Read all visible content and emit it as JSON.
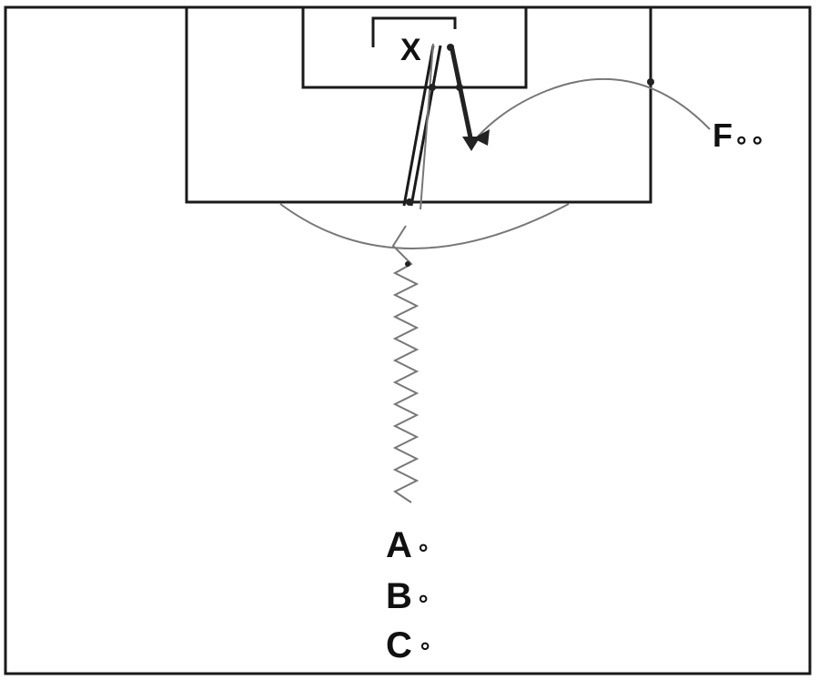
{
  "diagram": {
    "goalkeeper_label": "X",
    "players": [
      {
        "id": "player-a",
        "label": "A",
        "marker": "∘"
      },
      {
        "id": "player-b",
        "label": "B",
        "marker": "∘"
      },
      {
        "id": "player-c",
        "label": "C",
        "marker": "∘"
      }
    ],
    "cone_label": "F",
    "cone_marker": "∘∘"
  }
}
